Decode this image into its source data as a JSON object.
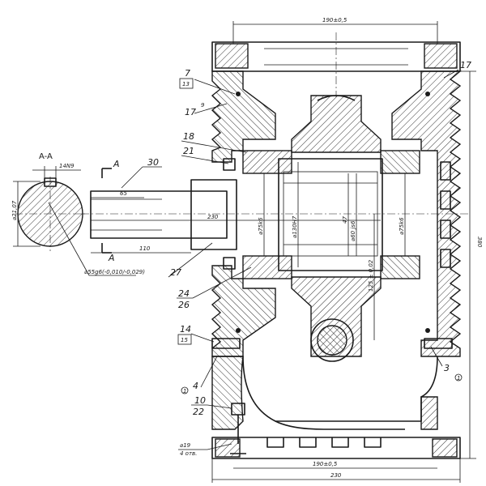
{
  "section": {
    "title": "A-A",
    "key_fit": "14N9",
    "diameter": "⌀21,07",
    "shaft_fit": "⌀55g6(-0,010/-0,029)"
  },
  "marker": {
    "label": "A"
  },
  "dims": {
    "top_width": "190±0,5",
    "bottom_width_inner": "190±0,5",
    "bottom_width_outer": "230",
    "height": "380",
    "shaft_65": "65",
    "shaft_110": "110",
    "shaft_230": "230",
    "bore1": "⌀75k6",
    "bore2": "⌀130H7",
    "bore3": "⌀75k6",
    "center_h": "47",
    "center_d": "⌀60 js6",
    "offset": "125 ± 0,02",
    "bolt": "⌀19",
    "bolt_holes": "4 отв."
  },
  "callouts": [
    {
      "num": "7",
      "sub": "13"
    },
    {
      "num": "17",
      "sub": "9"
    },
    {
      "num": "18",
      "sub": ""
    },
    {
      "num": "21",
      "sub": ""
    },
    {
      "num": "30",
      "sub": ""
    },
    {
      "num": "27",
      "sub": ""
    },
    {
      "num": "24",
      "sub": "26"
    },
    {
      "num": "14",
      "sub": "15"
    },
    {
      "num": "4",
      "sub": "1"
    },
    {
      "num": "10",
      "sub": "22"
    },
    {
      "num": "3",
      "sub": "1"
    },
    {
      "num": "17",
      "sub": ""
    }
  ]
}
